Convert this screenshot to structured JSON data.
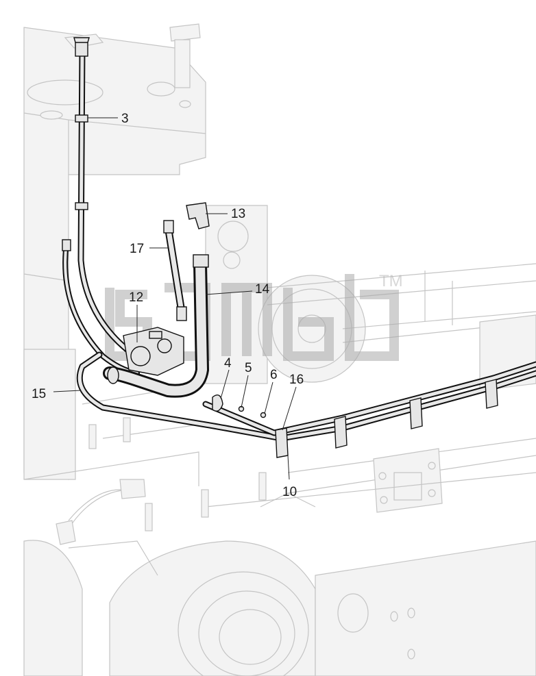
{
  "watermark": {
    "trademark": "TM"
  },
  "callouts": [
    {
      "id": "3",
      "label": "3"
    },
    {
      "id": "13",
      "label": "13"
    },
    {
      "id": "17",
      "label": "17"
    },
    {
      "id": "14",
      "label": "14"
    },
    {
      "id": "12",
      "label": "12"
    },
    {
      "id": "4",
      "label": "4"
    },
    {
      "id": "5",
      "label": "5"
    },
    {
      "id": "6",
      "label": "6"
    },
    {
      "id": "16",
      "label": "16"
    },
    {
      "id": "15",
      "label": "15"
    },
    {
      "id": "10",
      "label": "10"
    }
  ]
}
